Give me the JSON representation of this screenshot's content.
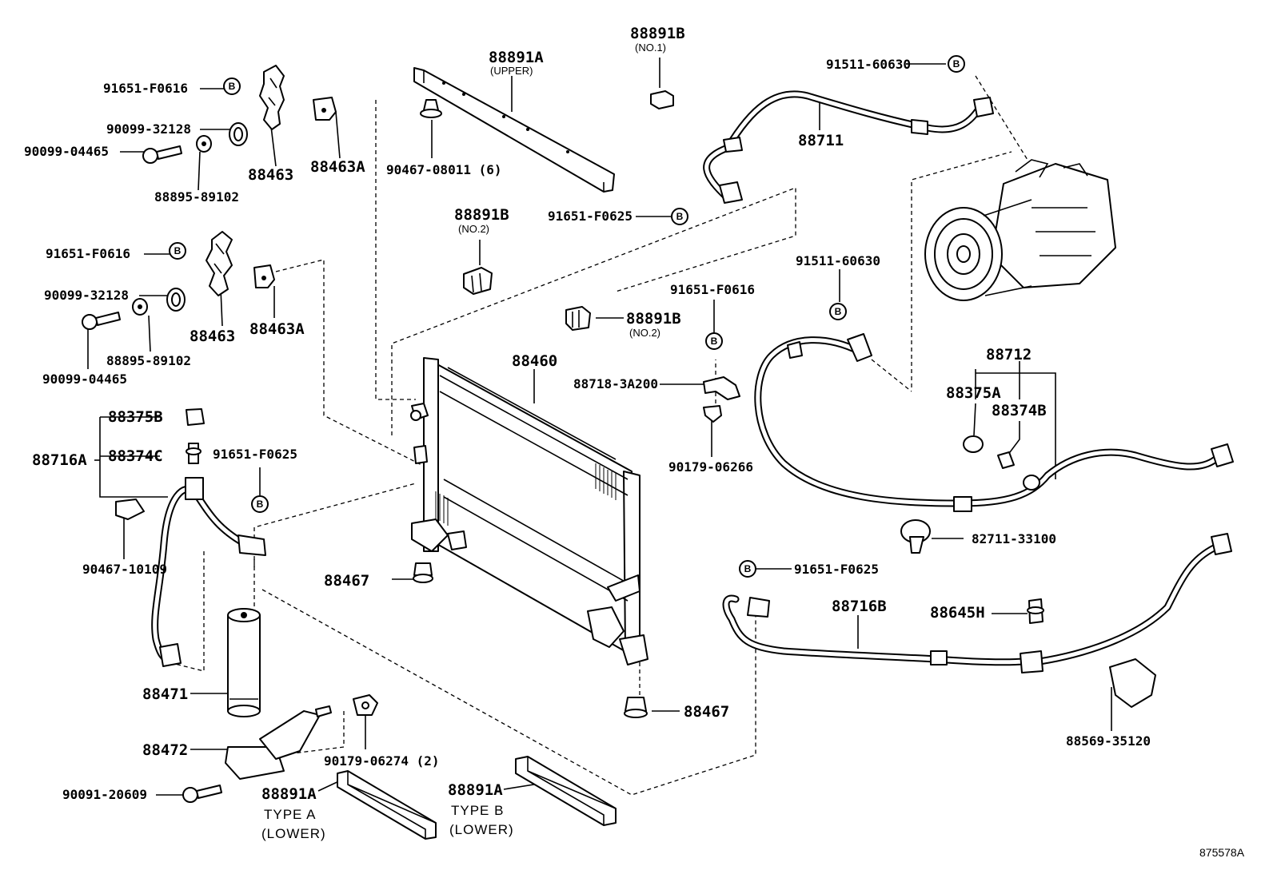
{
  "diagram": {
    "reference": "875578A",
    "bolt_marker": "B",
    "labels": {
      "l_91651_f0616_a": "91651-F0616",
      "l_90099_32128_a": "90099-32128",
      "l_90099_04465_a": "90099-04465",
      "l_88463_a": "88463",
      "l_88895_89102_a": "88895-89102",
      "l_88463a_a": "88463A",
      "l_91651_f0616_b": "91651-F0616",
      "l_90099_32128_b": "90099-32128",
      "l_88463_b": "88463",
      "l_88463a_b": "88463A",
      "l_88895_89102_b": "88895-89102",
      "l_90099_04465_b": "90099-04465",
      "l_88891a_upper": "88891A",
      "s_upper": "(UPPER)",
      "l_90467_08011": "90467-08011 (6)",
      "l_88891b_no1": "88891B",
      "s_no1": "(NO.1)",
      "l_88891b_no2_a": "88891B",
      "s_no2_a": "(NO.2)",
      "l_88891b_no2_b": "88891B",
      "s_no2_b": "(NO.2)",
      "l_91511_60630_a": "91511-60630",
      "l_88711": "88711",
      "l_91651_f0625_a": "91651-F0625",
      "l_91511_60630_b": "91511-60630",
      "l_91651_f0616_c": "91651-F0616",
      "l_88718_3a200": "88718-3A200",
      "l_90179_06266": "90179-06266",
      "l_88460": "88460",
      "l_88712": "88712",
      "l_88375a": "88375A",
      "l_88374b": "88374B",
      "l_82711_33100": "82711-33100",
      "l_88375b": "88375B",
      "l_88374c": "88374C",
      "l_88716a": "88716A",
      "l_91651_f0625_b": "91651-F0625",
      "l_90467_10109": "90467-10109",
      "l_88467_a": "88467",
      "l_88467_b": "88467",
      "l_91651_f0625_c": "91651-F0625",
      "l_88716b": "88716B",
      "l_88645h": "88645H",
      "l_88569_35120": "88569-35120",
      "l_88471": "88471",
      "l_88472": "88472",
      "l_90179_06274": "90179-06274 (2)",
      "l_90091_20609": "90091-20609",
      "l_88891a_type_a": "88891A",
      "n_type_a_1": "TYPE A",
      "n_type_a_2": "(LOWER)",
      "l_88891a_type_b": "88891A",
      "n_type_b_1": "TYPE B",
      "n_type_b_2": "(LOWER)"
    }
  }
}
